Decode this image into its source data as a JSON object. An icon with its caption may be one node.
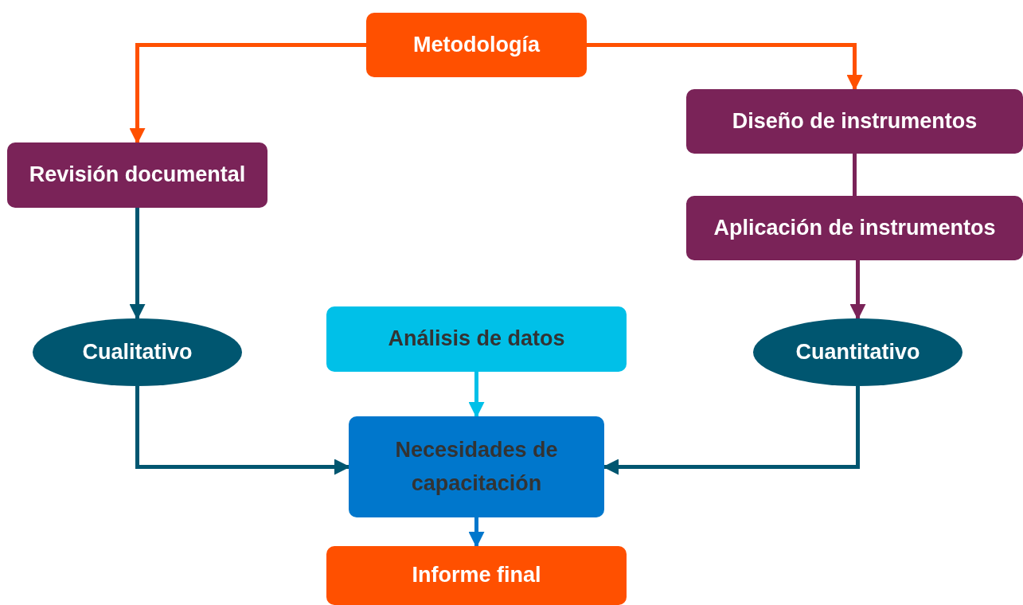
{
  "diagram": {
    "nodes": [
      {
        "text": [
          "Metodología"
        ]
      },
      {
        "text": [
          "Revisión documental"
        ]
      },
      {
        "text": [
          "Diseño de instrumentos"
        ]
      },
      {
        "text": [
          "Aplicación de instrumentos"
        ]
      },
      {
        "text": [
          "Cualitativo"
        ]
      },
      {
        "text": [
          "Análisis de datos"
        ]
      },
      {
        "text": [
          "Cuantitativo"
        ]
      },
      {
        "text": [
          "Necesidades de capacitación"
        ]
      },
      {
        "text": [
          "Informe final"
        ]
      }
    ],
    "edges": [
      {
        "from": 0,
        "to": 1,
        "arrow": "to",
        "color": "#ff5000"
      },
      {
        "from": 0,
        "to": 2,
        "arrow": "to",
        "color": "#ff5000"
      },
      {
        "from": 1,
        "to": 4,
        "arrow": "to",
        "color": "#005670"
      },
      {
        "from": 2,
        "to": 3,
        "arrow": "none",
        "color": "#7a2358"
      },
      {
        "from": 3,
        "to": 6,
        "arrow": "to",
        "color": "#7a2358"
      },
      {
        "from": 5,
        "to": 7,
        "arrow": "to",
        "color": "#00c0e8"
      },
      {
        "from": 4,
        "to": 7,
        "arrow": "to",
        "color": "#005670"
      },
      {
        "from": 6,
        "to": 7,
        "arrow": "to",
        "color": "#005670"
      },
      {
        "from": 7,
        "to": 8,
        "arrow": "to",
        "color": "#0077cc"
      }
    ]
  }
}
